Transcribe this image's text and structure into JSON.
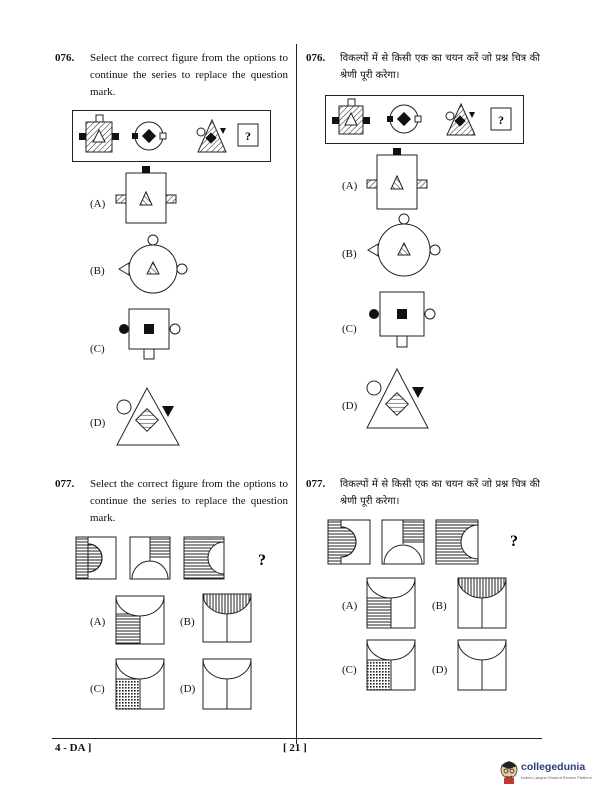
{
  "left": {
    "q76": {
      "number": "076.",
      "text": "Select the correct figure from the options to continue the series to replace the question mark."
    },
    "q77": {
      "number": "077.",
      "text": "Select the correct figure from the options to continue the series to replace the question mark."
    }
  },
  "right": {
    "q76": {
      "number": "076.",
      "text": "विकल्पों में से किसी एक का चयन करें जो प्रश्न चित्र की श्रेणी पूरी करेगा।"
    },
    "q77": {
      "number": "077.",
      "text": "विकल्पों में से किसी एक का चयन करें जो प्रश्न चित्र की श्रेणी पूरी करेगा।"
    }
  },
  "options": {
    "a": "(A)",
    "b": "(B)",
    "c": "(C)",
    "d": "(D)"
  },
  "question_mark": "?",
  "footer": {
    "left": "4 - DA ]",
    "center": "[ 21 ]"
  },
  "logo": {
    "name": "collegedunia",
    "tagline": "India's Largest Student Review Platform"
  }
}
